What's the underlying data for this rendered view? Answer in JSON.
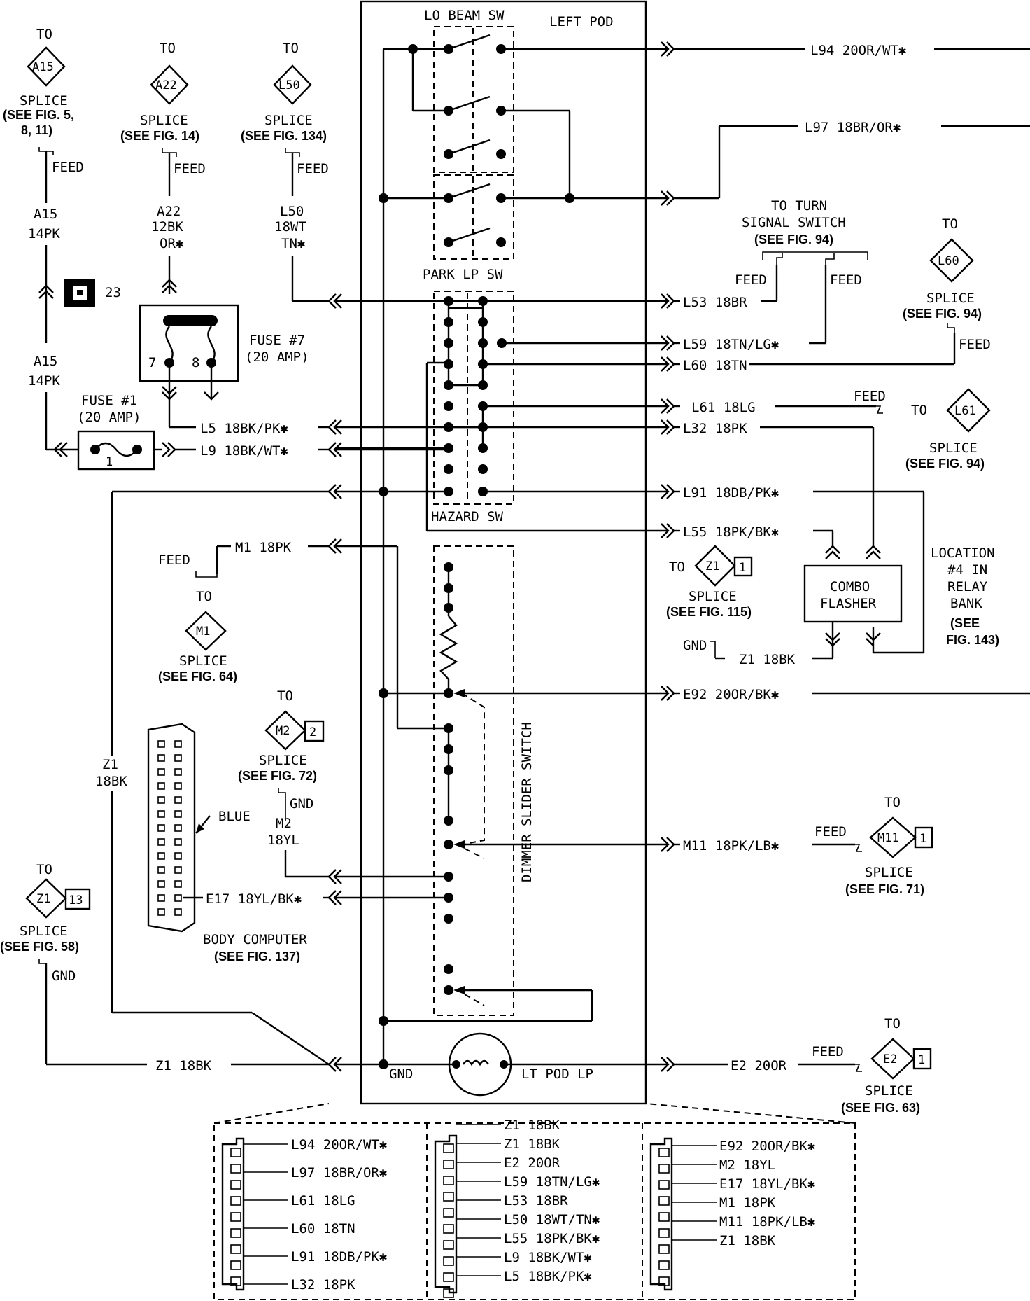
{
  "pod": {
    "title": "LEFT POD",
    "lo_beam": "LO BEAM SW",
    "park": "PARK LP SW",
    "hazard": "HAZARD SW",
    "dimmer": "DIMMER SLIDER SWITCH",
    "gnd": "GND",
    "lamp": "LT POD LP"
  },
  "feeds": {
    "a15": {
      "to": "TO",
      "id": "A15",
      "splice": "SPLICE",
      "ref1": "(SEE FIG. 5,",
      "ref2": "8, 11)",
      "feed": "FEED",
      "wire1": "A15",
      "wire2": "14PK",
      "wire3": "A15",
      "wire4": "14PK"
    },
    "a22": {
      "to": "TO",
      "id": "A22",
      "splice": "SPLICE",
      "ref": "(SEE FIG. 14)",
      "feed": "FEED",
      "wire1": "A22",
      "wire2": "12BK",
      "wire3": "OR✱"
    },
    "l50": {
      "to": "TO",
      "id": "L50",
      "splice": "SPLICE",
      "ref": "(SEE FIG. 134)",
      "feed": "FEED",
      "wire1": "L50",
      "wire2": "18WT",
      "wire3": "TN✱"
    }
  },
  "connector23": "23",
  "fuse7": {
    "label1": "FUSE #7",
    "label2": "(20 AMP)",
    "pin7": "7",
    "pin8": "8"
  },
  "fuse1": {
    "label1": "FUSE #1",
    "label2": "(20 AMP)",
    "num": "1"
  },
  "left_wires": {
    "l5": "L5 18BK/PK✱",
    "l9": "L9 18BK/WT✱",
    "m1": "M1 18PK",
    "feed": "FEED",
    "z1v1": "Z1",
    "z1v2": "18BK",
    "m2v1": "M2",
    "m2v2": "18YL",
    "gnd": "GND",
    "e17": "E17 18YL/BK✱",
    "z1b": "Z1 18BK"
  },
  "m1_splice": {
    "to": "TO",
    "id": "M1",
    "splice": "SPLICE",
    "ref": "(SEE FIG. 64)"
  },
  "m2_splice": {
    "to": "TO",
    "id": "M2",
    "num": "2",
    "splice": "SPLICE",
    "ref": "(SEE FIG. 72)"
  },
  "z1_splice_left": {
    "to": "TO",
    "id": "Z1",
    "num": "13",
    "splice": "SPLICE",
    "ref": "(SEE FIG. 58)",
    "gnd": "GND"
  },
  "body_computer": {
    "blue": "BLUE",
    "label": "BODY COMPUTER",
    "ref": "(SEE FIG. 137)"
  },
  "right_wires": {
    "l94": "L94 20OR/WT✱",
    "l97": "L97 18BR/OR✱",
    "l53": "L53 18BR",
    "l59": "L59 18TN/LG✱",
    "l60": "L60 18TN",
    "l61": "L61 18LG",
    "l32": "L32 18PK",
    "l91": "L91 18DB/PK✱",
    "l55": "L55 18PK/BK✱",
    "e92": "E92 20OR/BK✱",
    "m11": "M11 18PK/LB✱",
    "e2": "E2 20OR",
    "z1": "Z1 18BK",
    "gnd": "GND"
  },
  "turn_signal": {
    "line1": "TO TURN",
    "line2": "SIGNAL SWITCH",
    "ref": "(SEE FIG. 94)",
    "feed1": "FEED",
    "feed2": "FEED"
  },
  "l60_splice": {
    "to": "TO",
    "id": "L60",
    "splice": "SPLICE",
    "ref": "(SEE FIG. 94)",
    "feed": "FEED"
  },
  "l61_splice": {
    "feed": "FEED",
    "to": "TO",
    "id": "L61",
    "splice": "SPLICE",
    "ref": "(SEE FIG. 94)"
  },
  "z1_splice_right": {
    "to": "TO",
    "id": "Z1",
    "num": "1",
    "splice": "SPLICE",
    "ref": "(SEE FIG. 115)"
  },
  "combo": {
    "line1": "COMBO",
    "line2": "FLASHER"
  },
  "location": {
    "l1": "LOCATION",
    "l2": "#4 IN",
    "l3": "RELAY",
    "l4": "BANK",
    "l5": "(SEE",
    "l6": "FIG. 143)"
  },
  "m11_splice": {
    "feed": "FEED",
    "to": "TO",
    "id": "M11",
    "num": "1",
    "splice": "SPLICE",
    "ref": "(SEE FIG. 71)"
  },
  "e2_splice": {
    "feed": "FEED",
    "to": "TO",
    "id": "E2",
    "num": "1",
    "splice": "SPLICE",
    "ref": "(SEE FIG. 63)"
  },
  "connectors": {
    "c1": [
      "L94 20OR/WT✱",
      "L97 18BR/OR✱",
      "L61 18LG",
      "L60 18TN",
      "L91 18DB/PK✱",
      "L32 18PK"
    ],
    "c2": [
      "Z1 18BK",
      "Z1 18BK",
      "E2 20OR",
      "L59 18TN/LG✱",
      "L53 18BR",
      "L50 18WT/TN✱",
      "L55 18PK/BK✱",
      "L9 18BK/WT✱",
      "L5 18BK/PK✱"
    ],
    "c3": [
      "E92 20OR/BK✱",
      "M2 18YL",
      "E17 18YL/BK✱",
      "M1 18PK",
      "M11 18PK/LB✱",
      "Z1 18BK"
    ]
  }
}
